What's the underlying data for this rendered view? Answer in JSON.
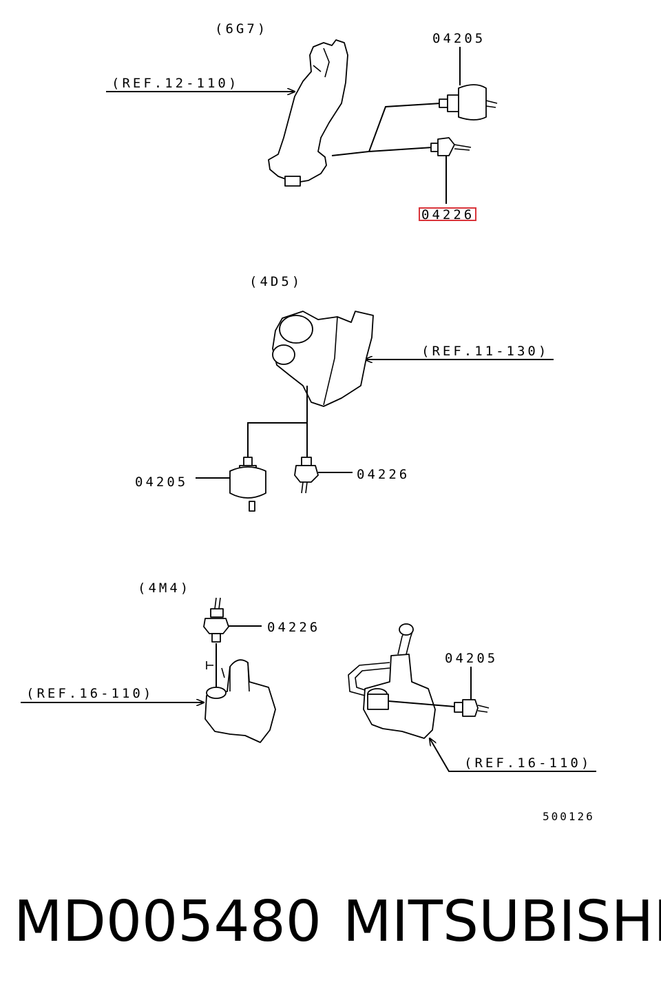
{
  "sections": [
    {
      "engine": "(6G7)",
      "ref": "(REF.12-110)",
      "parts": [
        "04205",
        "04226"
      ]
    },
    {
      "engine": "(4D5)",
      "ref": "(REF.11-130)",
      "parts": [
        "04205",
        "04226"
      ]
    },
    {
      "engine": "(4M4)",
      "refs": [
        "(REF.16-110)",
        "(REF.16-110)"
      ],
      "parts": [
        "04226",
        "04205"
      ]
    }
  ],
  "highlighted_part": "04226",
  "highlight_color": "#d9343a",
  "drawing_number": "500126",
  "footer": {
    "part_number": "MD005480",
    "brand": "MITSUBISHI"
  }
}
